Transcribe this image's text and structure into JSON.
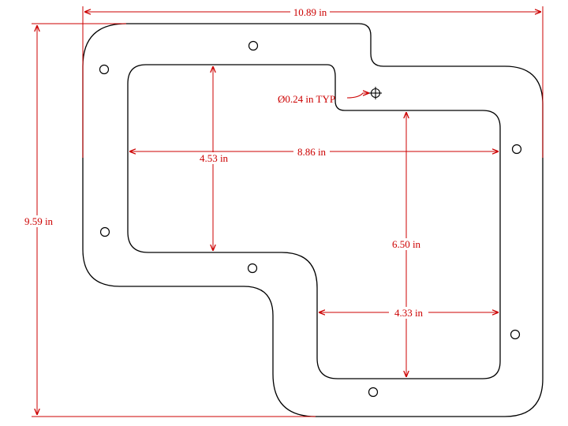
{
  "drawing": {
    "dimensions": {
      "overall_width": "10.89 in",
      "overall_height": "9.59 in",
      "upper_opening_width": "8.86 in",
      "upper_opening_height": "4.53 in",
      "lower_opening_height": "6.50 in",
      "lower_opening_width": "4.33 in"
    },
    "hole_callout": "Ø0.24 in TYP",
    "colors": {
      "dimension": "#cc0000",
      "outline": "#000000",
      "background": "#ffffff"
    }
  }
}
